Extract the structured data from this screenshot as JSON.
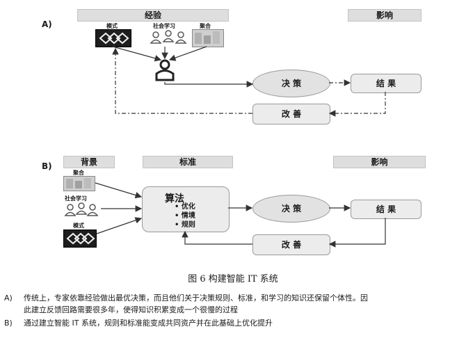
{
  "panel_a": {
    "label": "A)",
    "header_experience": "经验",
    "header_impact": "影响",
    "input_pattern": "模式",
    "input_social": "社会学习",
    "input_aggregate": "聚合",
    "decision": "决 策",
    "result": "结 果",
    "improve": "改 善"
  },
  "panel_b": {
    "label": "B)",
    "header_background": "背景",
    "header_standard": "标准",
    "header_impact": "影响",
    "input_aggregate": "聚合",
    "input_social": "社会学习",
    "input_pattern": "模式",
    "algo_title": "算法",
    "algo_items": [
      "• 优化",
      "• 情境",
      "• 规则"
    ],
    "decision": "决 策",
    "result": "结 果",
    "improve": "改 善"
  },
  "caption": "图 6 构建智能 IT 系统",
  "notes": [
    {
      "tag": "A)",
      "line1": "传统上，专家依靠经验做出最优决策，而且他们关于决策规则、标准，和学习的知识还保留个体性。因",
      "line2": "此建立反馈回路需要很多年，使得知识积累变成一个很慢的过程"
    },
    {
      "tag": "B)",
      "line1": "通过建立智能 IT 系统，规则和标准能变成共同资产并在此基础上优化提升",
      "line2": ""
    }
  ]
}
